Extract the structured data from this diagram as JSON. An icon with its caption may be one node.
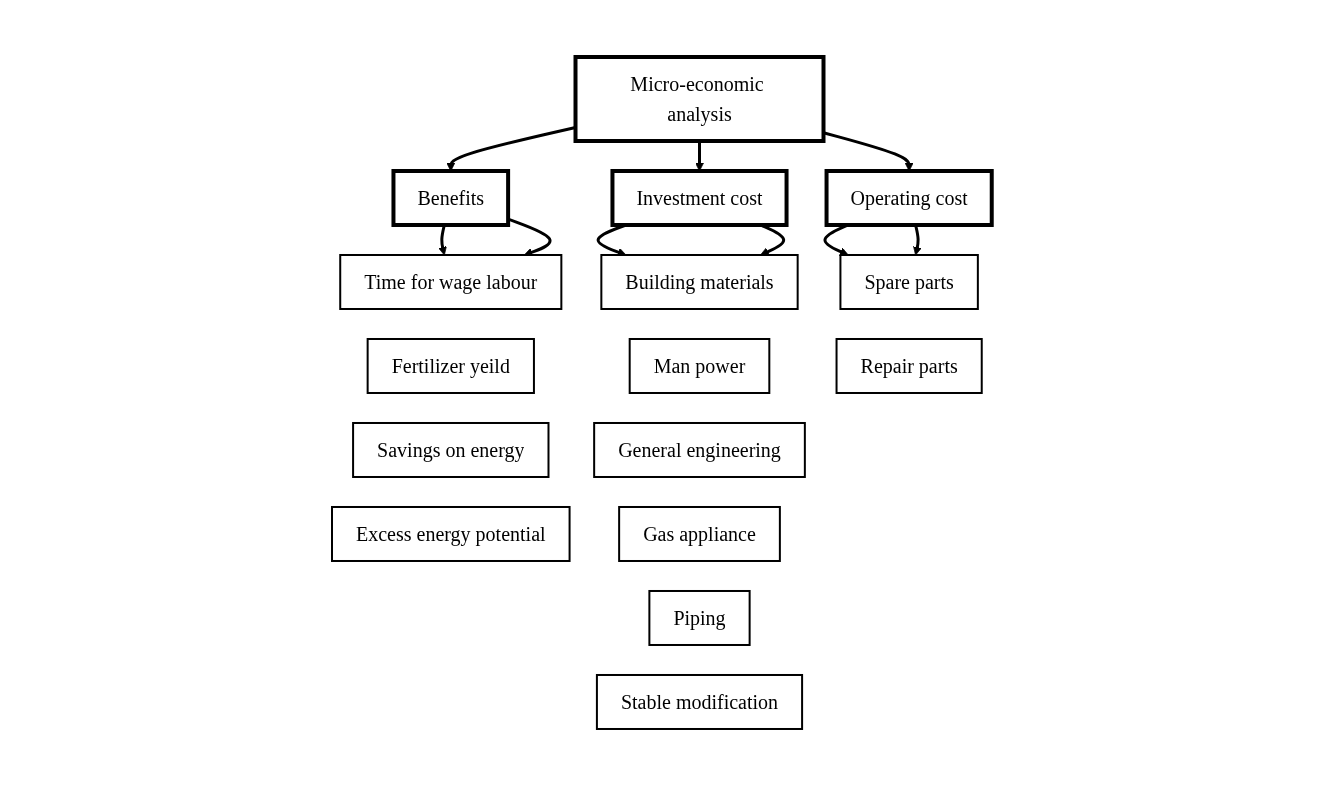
{
  "diagram": {
    "nodes": [
      {
        "text": [
          "Micro-economic analysis"
        ]
      },
      {
        "text": [
          "Benefits"
        ]
      },
      {
        "text": [
          "Investment cost"
        ]
      },
      {
        "text": [
          "Operating cost"
        ]
      },
      {
        "text": [
          "Time for wage labour"
        ]
      },
      {
        "text": [
          "Fertilizer yeild"
        ]
      },
      {
        "text": [
          "Savings on energy"
        ]
      },
      {
        "text": [
          "Excess energy potential"
        ]
      },
      {
        "text": [
          "Building materials"
        ]
      },
      {
        "text": [
          "Man power"
        ]
      },
      {
        "text": [
          "General engineering"
        ]
      },
      {
        "text": [
          "Gas appliance"
        ]
      },
      {
        "text": [
          "Piping"
        ]
      },
      {
        "text": [
          "Stable modification"
        ]
      },
      {
        "text": [
          "Spare parts"
        ]
      },
      {
        "text": [
          "Repair parts"
        ]
      }
    ],
    "edges": [
      {
        "from": 0,
        "to": 1,
        "arrow": "to"
      },
      {
        "from": 0,
        "to": 2,
        "arrow": "to"
      },
      {
        "from": 0,
        "to": 3,
        "arrow": "to"
      },
      {
        "from": 1,
        "to": 4,
        "arrow": "to"
      },
      {
        "from": 1,
        "to": 4,
        "arrow": "to"
      },
      {
        "from": 2,
        "to": 8,
        "arrow": "to"
      },
      {
        "from": 2,
        "to": 8,
        "arrow": "to"
      },
      {
        "from": 3,
        "to": 14,
        "arrow": "to"
      },
      {
        "from": 3,
        "to": 14,
        "arrow": "to"
      }
    ]
  }
}
